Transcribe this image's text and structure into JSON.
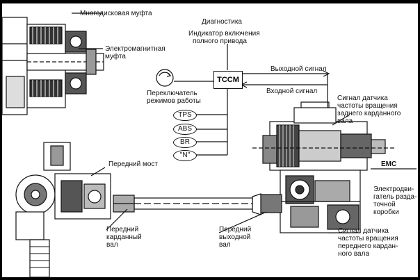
{
  "labels": {
    "multidisc_clutch": "Многодисковая муфта",
    "electromagnetic_clutch_1": "Электромагнитная",
    "electromagnetic_clutch_2": "муфта",
    "diagnostics": "Диагностика",
    "awd_indicator_1": "Индикатор включения",
    "awd_indicator_2": "полного привода",
    "output_signal": "Выходной сигнал",
    "input_signal": "Входной сигнал",
    "mode_switch_1": "Переключатель",
    "mode_switch_2": "режимов работы",
    "rear_shaft_sensor_1": "Сигнал датчика",
    "rear_shaft_sensor_2": "частоты вращения",
    "rear_shaft_sensor_3": "заднего карданного",
    "rear_shaft_sensor_4": "вала",
    "front_axle": "Передний мост",
    "emc": "ЕМС",
    "motor_1": "Электродви-",
    "motor_2": "гатель разда-",
    "motor_3": "точной",
    "motor_4": "коробки",
    "front_prop_shaft_1": "Передний",
    "front_prop_shaft_2": "карданный",
    "front_prop_shaft_3": "вал",
    "front_output_shaft_1": "Передний",
    "front_output_shaft_2": "выходной",
    "front_output_shaft_3": "вал",
    "front_shaft_sensor_1": "Сигнал датчика",
    "front_shaft_sensor_2": "частоты вращения",
    "front_shaft_sensor_3": "переднего кардан-",
    "front_shaft_sensor_4": "ного вала"
  },
  "controller": {
    "name": "TCCM"
  },
  "inputs": [
    "TPS",
    "ABS",
    "BR",
    "\"N\""
  ]
}
